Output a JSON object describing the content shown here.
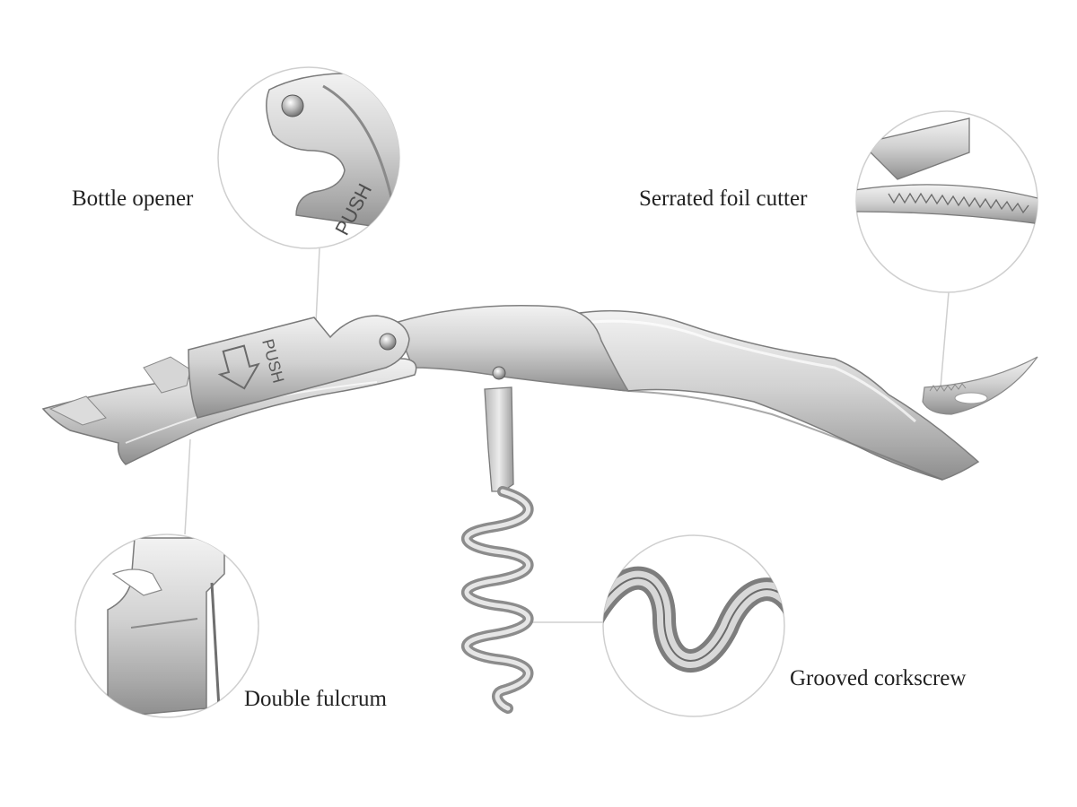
{
  "labels": {
    "bottle_opener": "Bottle opener",
    "serrated_foil_cutter": "Serrated foil cutter",
    "double_fulcrum": "Double fulcrum",
    "grooved_corkscrew": "Grooved corkscrew"
  },
  "engravings": {
    "push_body": "PUSH",
    "push_zoom": "PUSH"
  },
  "colors": {
    "background": "#ffffff",
    "steel_light": "#e9e9e9",
    "steel_mid": "#c4c4c4",
    "steel_dark": "#8a8a8a",
    "callout_circle": "#cfcfcf",
    "label_text": "#222222"
  }
}
